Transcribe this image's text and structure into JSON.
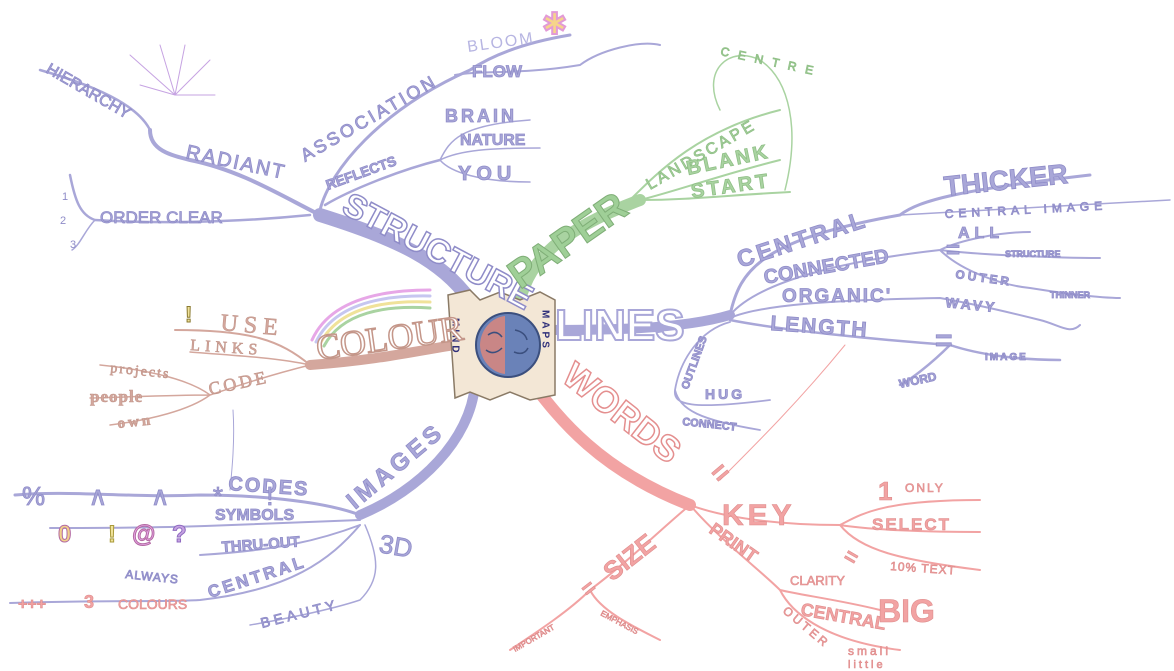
{
  "center": {
    "left": "MIND",
    "right": "MAPS"
  },
  "structure": {
    "main": "STRUCTURE",
    "radiant": "RADIANT",
    "hierarchy": "HIERARCHY",
    "order_clear": "ORDER CLEAR",
    "numbers": [
      "1",
      "2",
      "3"
    ],
    "association": "ASSOCIATION",
    "bloom": "BLOOM",
    "flow": "FLOW",
    "reflects": "REFLECTS",
    "brain": "BRAIN",
    "nature": "NATURE",
    "you": "YOU"
  },
  "paper": {
    "main": "PAPER",
    "landscape": "LANDSCAPE",
    "blank": "BLANK",
    "start": "START",
    "centre": "CENTRE"
  },
  "lines": {
    "main": "LINES",
    "central": "CENTRAL",
    "thicker": "THICKER",
    "central_image": "CENTRAL IMAGE",
    "connected": "CONNECTED",
    "all": "ALL",
    "structure": "STRUCTURE",
    "outer": "OUTER",
    "thinner": "THINNER",
    "organic": "ORGANIC'",
    "wavy": "WAVY",
    "length": "LENGTH",
    "equals": "=",
    "word": "WORD",
    "image": "IMAGE",
    "outlines": "OUTLINES",
    "hug": "HUG",
    "connect": "CONNECT"
  },
  "words": {
    "main": "WORDS",
    "key": "KEY",
    "one": "1",
    "only": "ONLY",
    "select": "SELECT",
    "pct_text": "10% TEXT",
    "print": "PRINT",
    "clarity": "CLARITY",
    "central": "CENTRAL",
    "big": "BIG",
    "outer": "OUTER",
    "small": "small",
    "little": "little",
    "size": "SIZE",
    "important": "IMPORTANT",
    "emphasis": "EMPHASIS"
  },
  "images": {
    "main": "IMAGES",
    "codes": "CODES",
    "code_marks": "% ∧ ∧ * !",
    "symbols": "SYMBOLS",
    "symbol_marks": [
      "0",
      "!",
      "@",
      "?"
    ],
    "thru_out": "THRU-OUT",
    "central": "CENTRAL",
    "always": "ALWAYS",
    "colours": "COLOURS",
    "plus": "+++",
    "three": "3",
    "three_d": "3D",
    "beauty": "BEAUTY"
  },
  "colour": {
    "main": "COLOUR",
    "use": "USE",
    "links": "LINKS",
    "code": "CODE",
    "projects": "projects",
    "people": "people",
    "own": "own"
  },
  "colors": {
    "structure": "#a9a7d8",
    "paper": "#a9d3a1",
    "lines": "#a9a7d8",
    "words": "#f2a3a3",
    "images": "#a9a7d8",
    "colour": "#d4a79d"
  }
}
